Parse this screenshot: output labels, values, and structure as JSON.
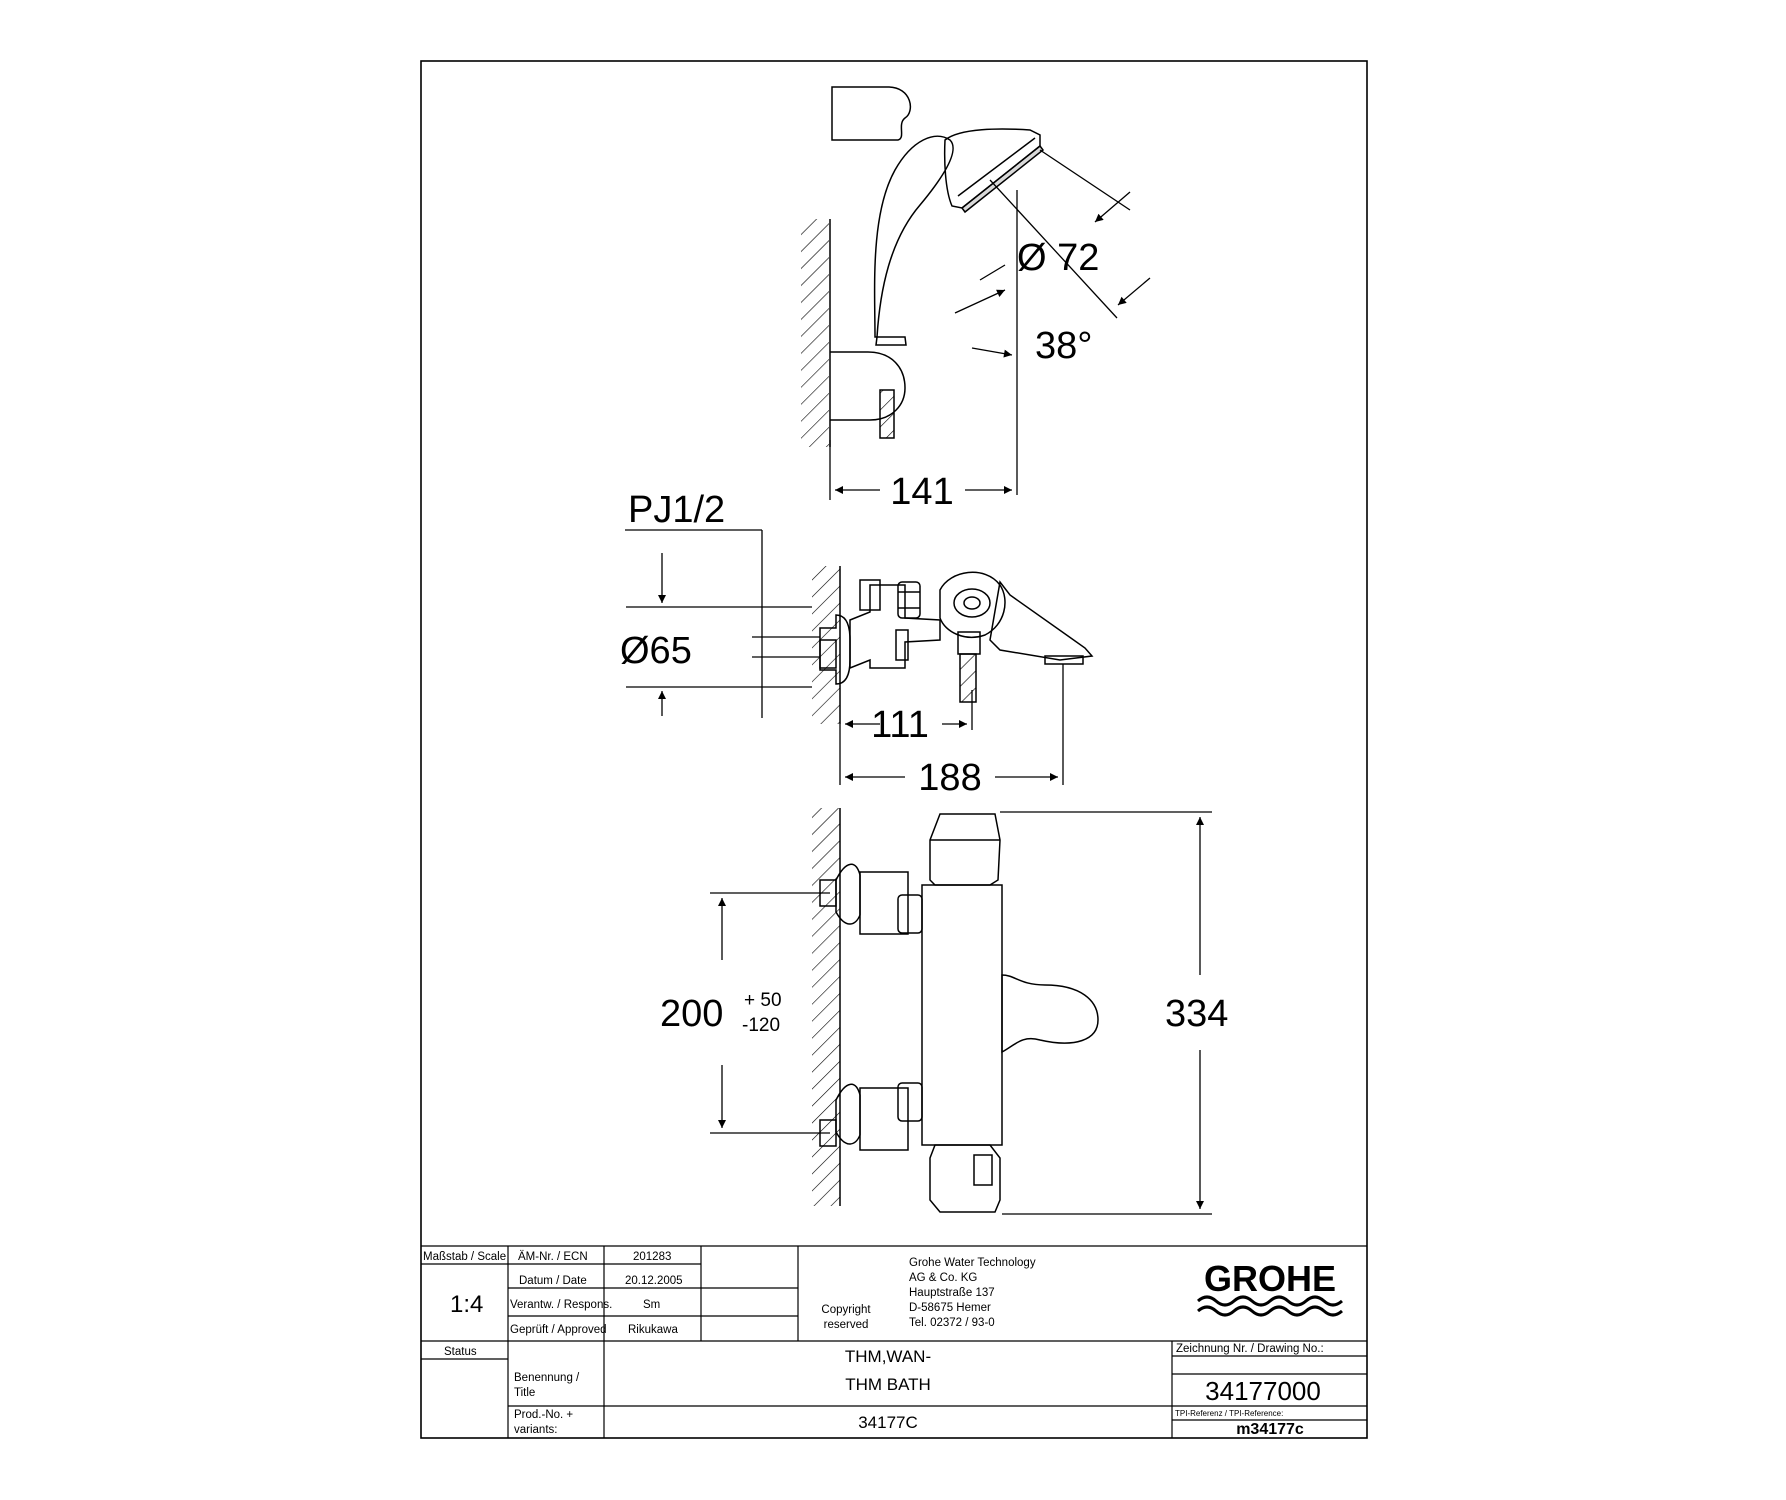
{
  "dimensions": {
    "spray_diameter": "Ø 72",
    "spray_angle": "38°",
    "holder_projection": "141",
    "connection": "PJ1/2",
    "rosette_diameter": "Ø65",
    "outlet_projection": "111",
    "spout_projection": "188",
    "center_distance": "200",
    "tolerance_plus": "+ 50",
    "tolerance_minus": "-120",
    "total_height": "334"
  },
  "title_block": {
    "scale_label": "Maßstab / Scale",
    "scale_value": "1:4",
    "status_label": "Status",
    "ecn_label": "ÄM-Nr. / ECN",
    "ecn_value": "201283",
    "date_label": "Datum / Date",
    "date_value": "20.12.2005",
    "responsible_label": "Verantw. / Respons.",
    "responsible_value": "Sm",
    "approved_label": "Geprüft / Approved",
    "approved_value": "Rikukawa",
    "copyright_line1": "Copyright",
    "copyright_line2": "reserved",
    "company_line1": "Grohe Water Technology",
    "company_line2": "AG & Co. KG",
    "company_line3": "Hauptstraße 137",
    "company_line4": "D-58675 Hemer",
    "company_line5": "Tel. 02372 / 93-0",
    "logo_text": "GROHE",
    "title_label_1": "Benennung /",
    "title_label_2": "Title",
    "title_line1": "THM,WAN-",
    "title_line2": "THM BATH",
    "drawing_no_label": "Zeichnung Nr. / Drawing No.:",
    "drawing_no_value": "34177000",
    "tpi_label": "TPI-Referenz / TPI-Reference:",
    "tpi_value": "m34177c",
    "prod_label_1": "Prod.-No. +",
    "prod_label_2": "variants:",
    "prod_value": "34177C"
  }
}
